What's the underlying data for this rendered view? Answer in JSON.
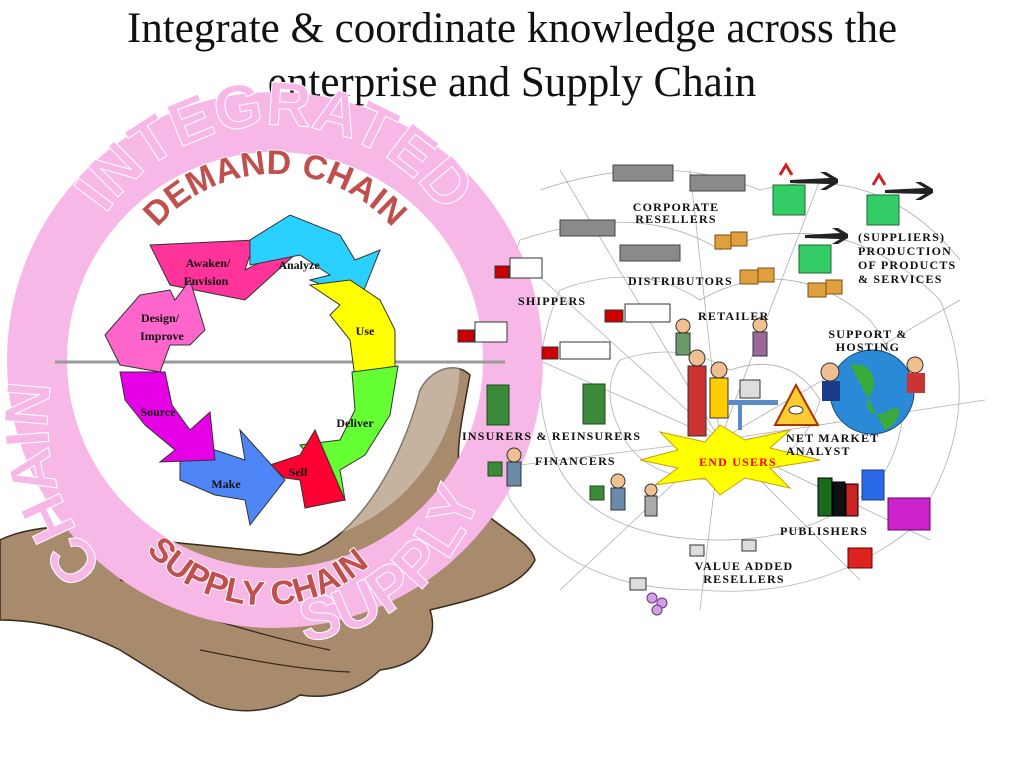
{
  "title": {
    "line1": "Integrate & coordinate knowledge across the",
    "line2": "enterprise and Supply Chain"
  },
  "ring": {
    "outer_top": "INTEGRATED",
    "outer_left": "CHAIN",
    "outer_bottom": "SUPPLY",
    "inner_top": "DEMAND CHAIN",
    "inner_bottom": "SUPPLY CHAIN"
  },
  "cycle": {
    "awaken": [
      "Awaken/",
      "Envision"
    ],
    "analyze": "Analyze",
    "use": "Use",
    "deliver": "Deliver",
    "sell": "Sell",
    "make": "Make",
    "source": "Source",
    "design": [
      "Design/",
      "Improve"
    ]
  },
  "web": {
    "corporate_resellers": [
      "CORPORATE",
      "RESELLERS"
    ],
    "suppliers": [
      "(SUPPLIERS)",
      "PRODUCTION",
      "OF PRODUCTS",
      "& SERVICES"
    ],
    "distributors": "DISTRIBUTORS",
    "shippers": "SHIPPERS",
    "retailer": "RETAILER",
    "support_hosting": [
      "SUPPORT &",
      "HOSTING"
    ],
    "insurers": "INSURERS & REINSURERS",
    "financers": "FINANCERS",
    "end_users": "END USERS",
    "net_market_analyst": [
      "NET MARKET",
      "ANALYST"
    ],
    "publishers": "PUBLISHERS",
    "value_added_resellers": [
      "VALUE ADDED",
      "RESELLERS"
    ]
  },
  "colors": {
    "ring_pink": "#f7b8e8",
    "inner_text": "#c0504d",
    "awaken": "#ff3399",
    "analyze": "#2ad0ff",
    "use": "#ffff00",
    "deliver": "#66ff33",
    "sell": "#ff0033",
    "make": "#4f86f7",
    "source": "#e600e6",
    "design": "#ff66cc",
    "end_users_text": "#ff0000",
    "starburst": "#ffff00",
    "hand": "#a88a6c"
  }
}
